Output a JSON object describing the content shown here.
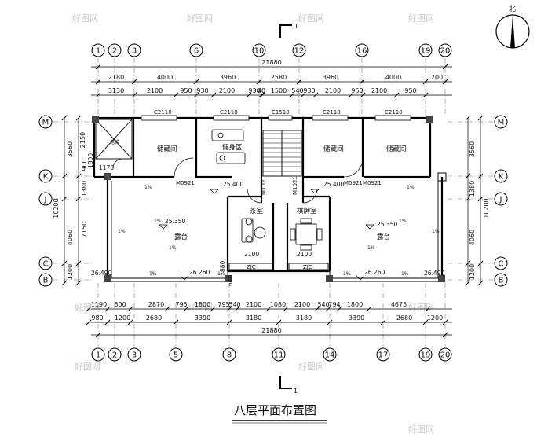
{
  "title": "八层平面布置图",
  "north": "北",
  "section_mark": "1",
  "watermark": "好图网",
  "axes_top": [
    "1",
    "2",
    "3",
    "6",
    "10",
    "12",
    "16",
    "19",
    "20"
  ],
  "axes_bottom": [
    "1",
    "2",
    "3",
    "5",
    "8",
    "11",
    "14",
    "17",
    "19",
    "20"
  ],
  "axes_left": [
    "M",
    "K",
    "J",
    "C",
    "B"
  ],
  "axes_right": [
    "M",
    "K",
    "J",
    "C",
    "B"
  ],
  "dims_top_total": "21880",
  "dims_top_row1": [
    "2180",
    "4000",
    "3960",
    "2580",
    "3960",
    "4000",
    "1200"
  ],
  "dims_top_row2": [
    "3130",
    "2100",
    "950",
    "930",
    "2100",
    "930",
    "40",
    "1500",
    "540",
    "930",
    "2100",
    "950",
    "2100",
    "950"
  ],
  "dims_bottom_row1": [
    "1190",
    "800",
    "2870",
    "795",
    "1800",
    "795",
    "540",
    "2100",
    "1080",
    "2100",
    "540",
    "794",
    "1800",
    "4675"
  ],
  "dims_bottom_row2": [
    "980",
    "1200",
    "2680",
    "3390",
    "3180",
    "3180",
    "3390",
    "2680",
    "1200"
  ],
  "dims_bottom_total": "21880",
  "dims_left_outer": [
    "3560",
    "10200",
    "4060",
    "1200"
  ],
  "dims_left_inner": [
    "2150",
    "900",
    "1380",
    "7150"
  ],
  "dims_right_outer": [
    "3560",
    "10200",
    "4060",
    "1200"
  ],
  "dims_right_inner": [
    "1380"
  ],
  "small_dims": [
    "1170",
    "1800",
    "2100",
    "2100",
    "880",
    "640"
  ],
  "rooms": {
    "storage_left": "储藏间",
    "fitness": "健身区",
    "storage_mid": "储藏间",
    "storage_right": "储藏间",
    "tea": "茶室",
    "chess": "棋牌室",
    "terrace_left": "露台",
    "terrace_right": "露台",
    "elevator": "电梯"
  },
  "openings": [
    "C2118",
    "C2118",
    "C1518",
    "C2118",
    "C2118",
    "M0921",
    "M0921",
    "M0921",
    "M1021",
    "M1021",
    "ZJC",
    "ZJC"
  ],
  "elevations": [
    "25.400",
    "25.400",
    "25.350",
    "25.350",
    "26.260",
    "26.260",
    "26.490",
    "26.490"
  ],
  "slopes": [
    "1%",
    "1%",
    "1%",
    "1%",
    "1%",
    "1%",
    "1%",
    "1%",
    "1%",
    "1%",
    "1%",
    "1%"
  ]
}
